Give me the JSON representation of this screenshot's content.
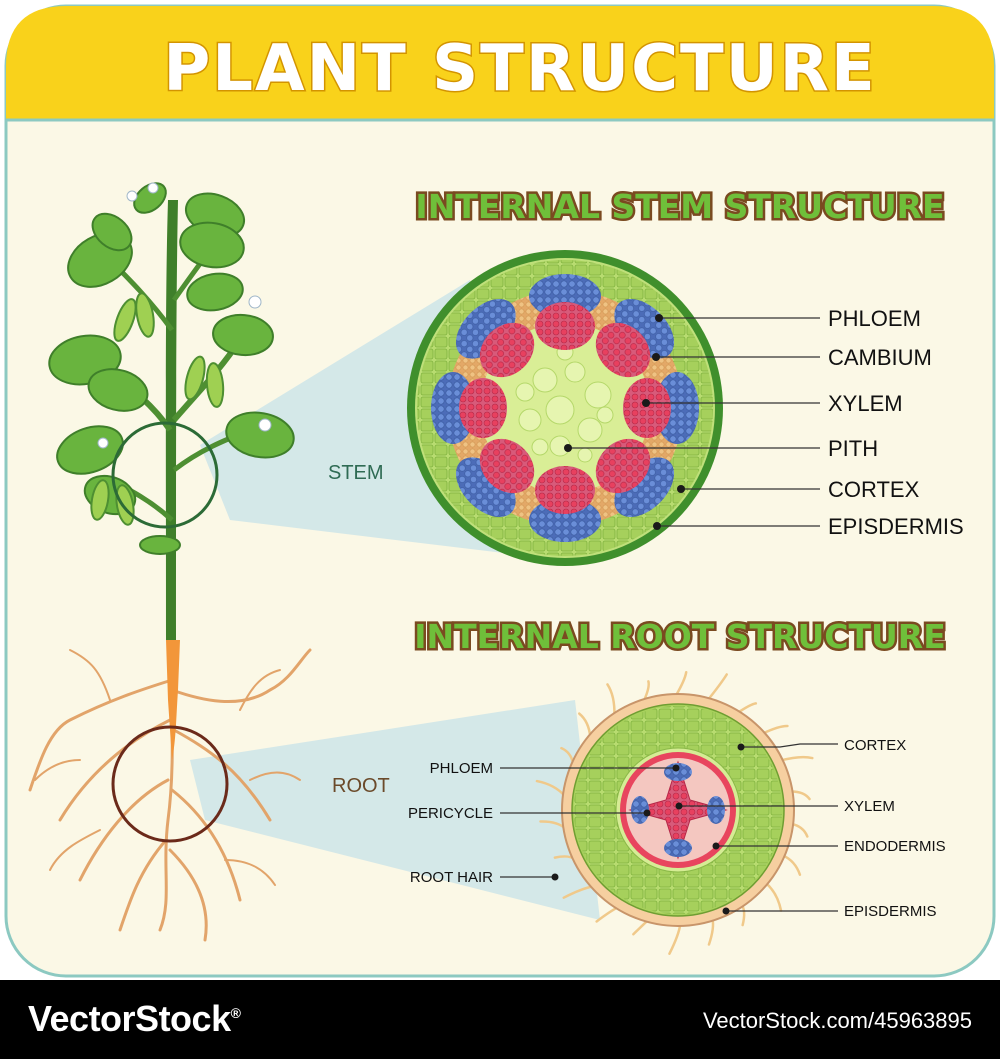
{
  "title": "PLANT STRUCTURE",
  "stem_section": {
    "heading": "INTERNAL STEM STRUCTURE",
    "tag": "STEM",
    "labels": [
      "PHLOEM",
      "CAMBIUM",
      "XYLEM",
      "PITH",
      "CORTEX",
      "EPISDERMIS"
    ]
  },
  "root_section": {
    "heading": "INTERNAL ROOT STRUCTURE",
    "tag": "ROOT",
    "labels_left": [
      "PHLOEM",
      "PERICYCLE",
      "ROOT HAIR"
    ],
    "labels_right": [
      "CORTEX",
      "XYLEM",
      "ENDODERMIS",
      "EPISDERMIS"
    ]
  },
  "footer": {
    "brand": "VectorStock",
    "brand_mark": "®",
    "url": "VectorStock.com/45963895"
  },
  "colors": {
    "header_yellow": "#f9d21b",
    "panel_bg": "#fbf8e6",
    "stem_outer": "#3f8f2c",
    "phloem_blue": "#5a7fcb",
    "xylem_red": "#e0355a",
    "cambium_orange": "#e8b06a",
    "pith_green": "#cfe88a"
  }
}
